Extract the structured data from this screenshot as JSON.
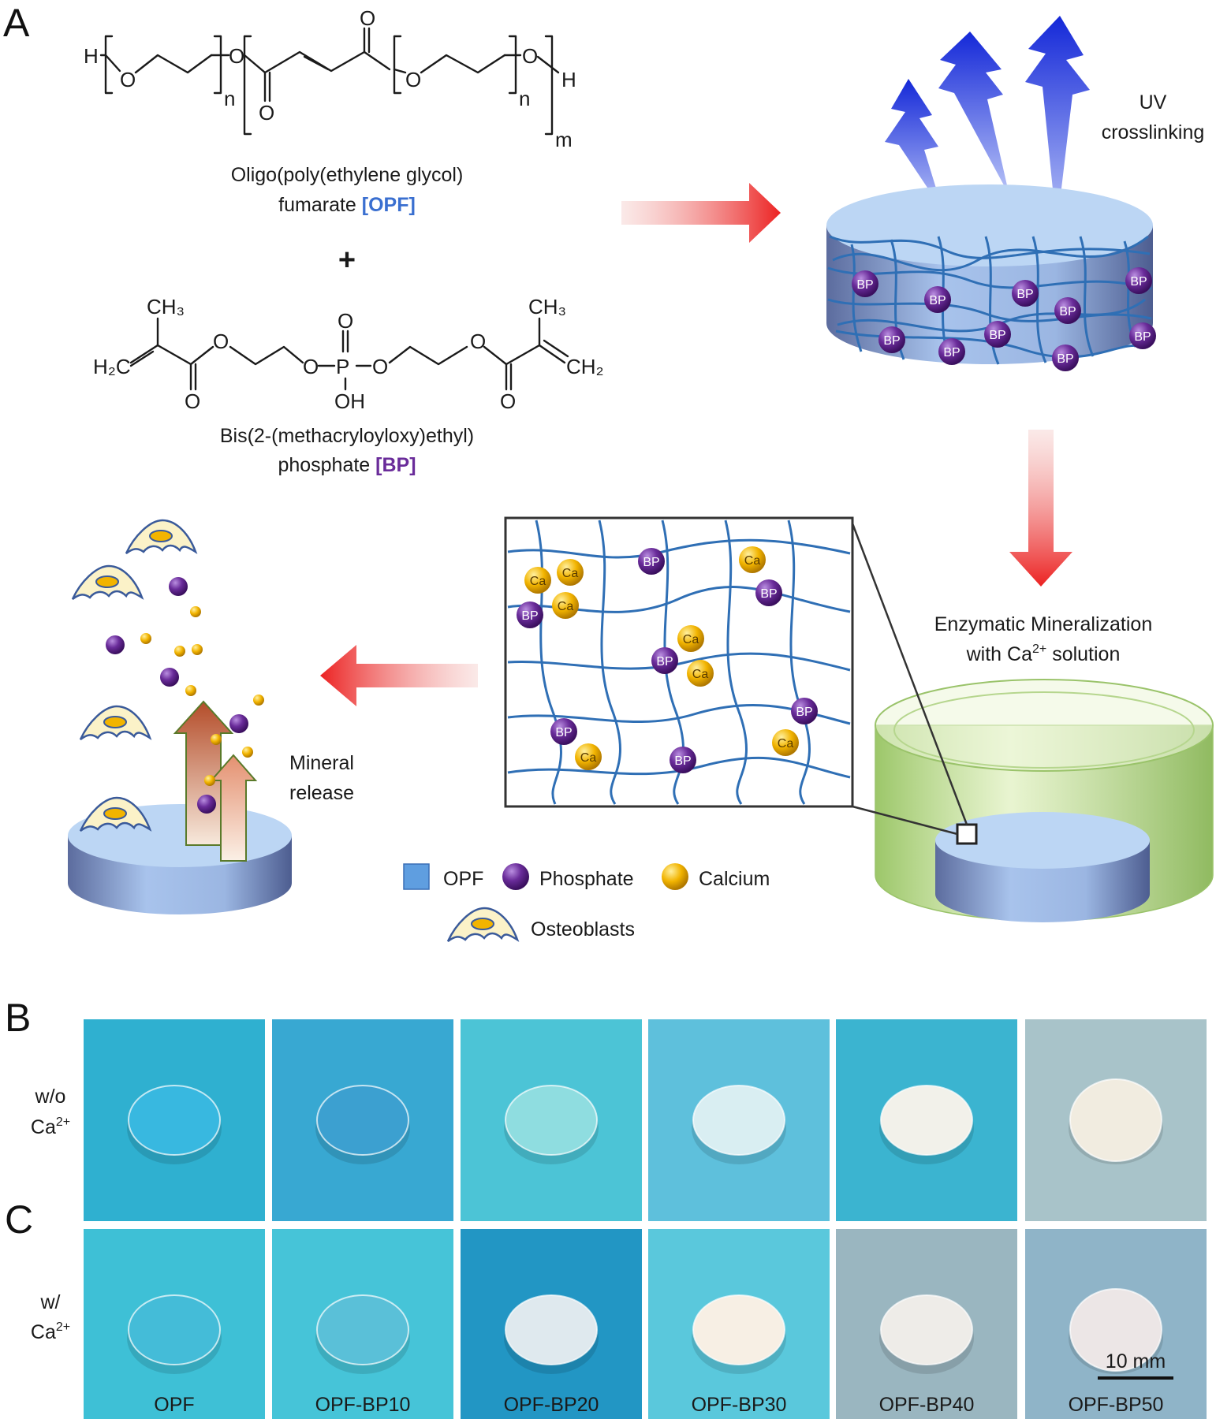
{
  "panels": {
    "a": "A",
    "b": "B",
    "c": "C"
  },
  "chem": {
    "h": "H",
    "o": "O",
    "n": "n",
    "m": "m",
    "ch3": "CH₃",
    "h2c": "H₂C",
    "ch2": "CH₂",
    "p": "P",
    "oh": "OH",
    "dash_o": "O",
    "plus": "+"
  },
  "opf_name": {
    "line1": "Oligo(poly(ethylene glycol)",
    "line2": "fumarate ",
    "abbr": "[OPF]"
  },
  "bp_name": {
    "line1": "Bis(2-(methacryloyloxy)ethyl)",
    "line2": "phosphate ",
    "abbr": "[BP]"
  },
  "uv": {
    "line1": "UV",
    "line2": "crosslinking"
  },
  "mineralization": {
    "line1": "Enzymatic Mineralization",
    "line2": "with Ca",
    "sup": "2+",
    "line2b": " solution"
  },
  "release": {
    "line1": "Mineral",
    "line2": "release"
  },
  "ball_labels": {
    "bp": "BP",
    "ca": "Ca"
  },
  "legend": {
    "opf": "OPF",
    "phosphate": "Phosphate",
    "calcium": "Calcium",
    "osteoblasts": "Osteoblasts"
  },
  "rows": {
    "b_label": {
      "line1": "w/o",
      "ca": "Ca",
      "sup": "2+"
    },
    "c_label": {
      "line1": "w/",
      "ca": "Ca",
      "sup": "2+"
    }
  },
  "samples": [
    "OPF",
    "OPF-BP10",
    "OPF-BP20",
    "OPF-BP30",
    "OPF-BP40",
    "OPF-BP50"
  ],
  "scale_bar": "10 mm",
  "colors": {
    "opf_blue": "#5f9ee0",
    "phosphate": "#6a2c9a",
    "calcium": "#f2b400",
    "arrow_red": "#e8332f",
    "mesh": "#2f6fb5"
  }
}
